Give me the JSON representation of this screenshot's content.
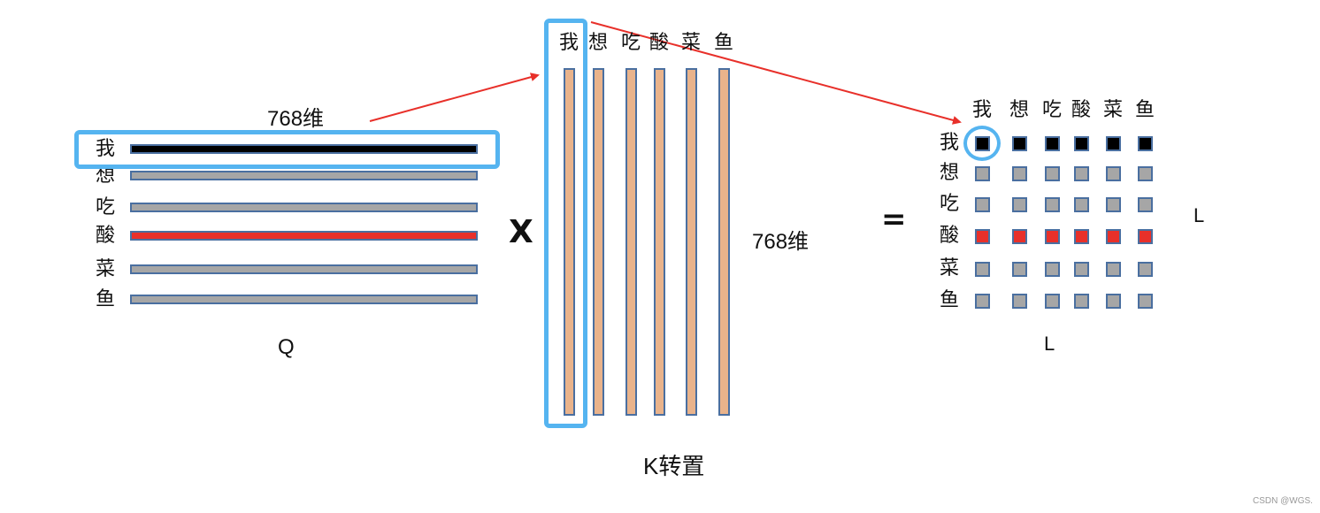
{
  "tokens": [
    "我",
    "想",
    "吃",
    "酸",
    "菜",
    "鱼"
  ],
  "q_label": "Q",
  "k_label": "K转置",
  "dim_label_q": "768维",
  "dim_label_k": "768维",
  "multiply_sign": "X",
  "equals_sign": "=",
  "result_row_label": "L",
  "result_col_label": "L",
  "watermark": "CSDN @WGS.",
  "colors": {
    "highlight": "#55b4f0",
    "black_row": "#000000",
    "red_row": "#e8302a",
    "gray": "#a6a6a6",
    "k_bar": "#e9b38b",
    "arrow": "#e8302a"
  },
  "q_row_colors": [
    "black",
    "gray",
    "gray",
    "red",
    "gray",
    "gray"
  ],
  "result_row_colors": [
    "black",
    "gray",
    "gray",
    "red",
    "gray",
    "gray"
  ]
}
